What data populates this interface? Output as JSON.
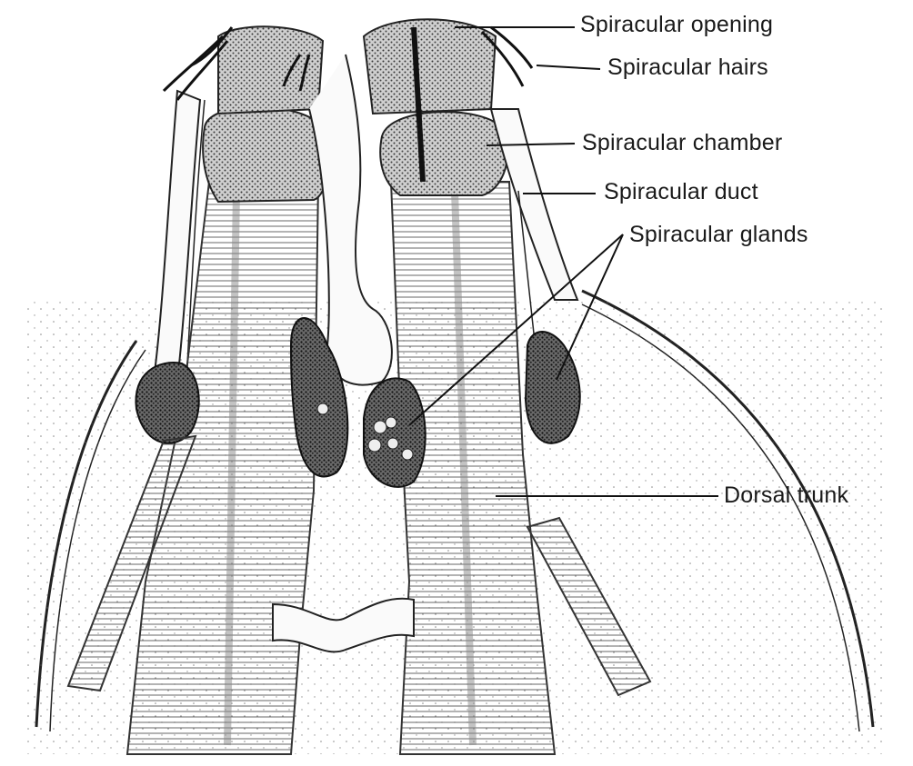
{
  "labels": {
    "spiracular_opening": "Spiracular opening",
    "spiracular_hairs": "Spiracular hairs",
    "spiracular_chamber": "Spiracular chamber",
    "spiracular_duct": "Spiracular duct",
    "spiracular_glands": "Spiracular glands",
    "dorsal_trunk": "Dorsal trunk"
  }
}
